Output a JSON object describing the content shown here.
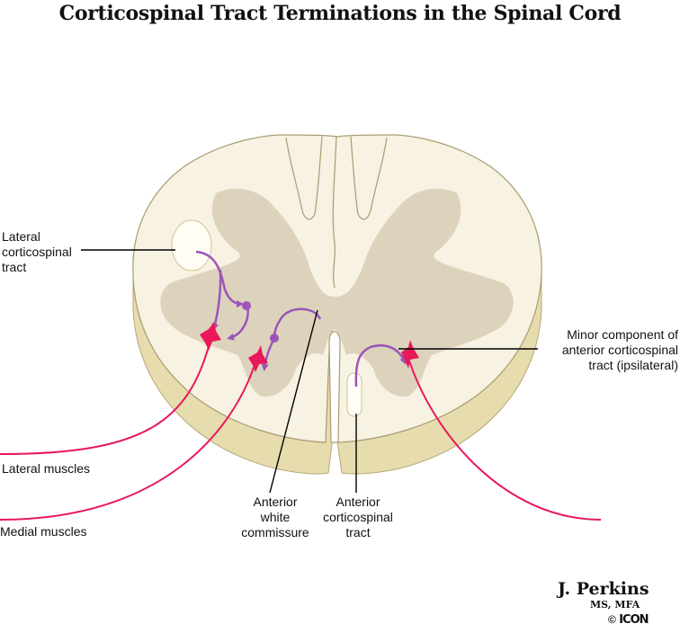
{
  "title": "Corticospinal Tract Terminations in the Spinal Cord",
  "labels": {
    "lateral_tract": [
      "Lateral",
      "corticospinal",
      "tract"
    ],
    "minor_component": [
      "Minor component of",
      "anterior corticospinal",
      "tract (ipsilateral)"
    ],
    "lateral_muscles": "Lateral muscles",
    "medial_muscles": "Medial muscles",
    "anterior_white_commissure": [
      "Anterior",
      "white",
      "commissure"
    ],
    "anterior_tract": [
      "Anterior",
      "corticospinal",
      "tract"
    ]
  },
  "signature": {
    "name": "J. Perkins",
    "degrees": "MS, MFA",
    "copyright": "©",
    "logo": "ICON"
  },
  "colors": {
    "white_matter": "#f7f2e2",
    "gray_matter": "#ddd3bd",
    "cord_side": "#e6dcad",
    "tract": "#fffdf4",
    "upper_motor_neuron": "#9b55b8",
    "lower_motor_neuron": "#e8185a",
    "leader_line": "#000000"
  }
}
